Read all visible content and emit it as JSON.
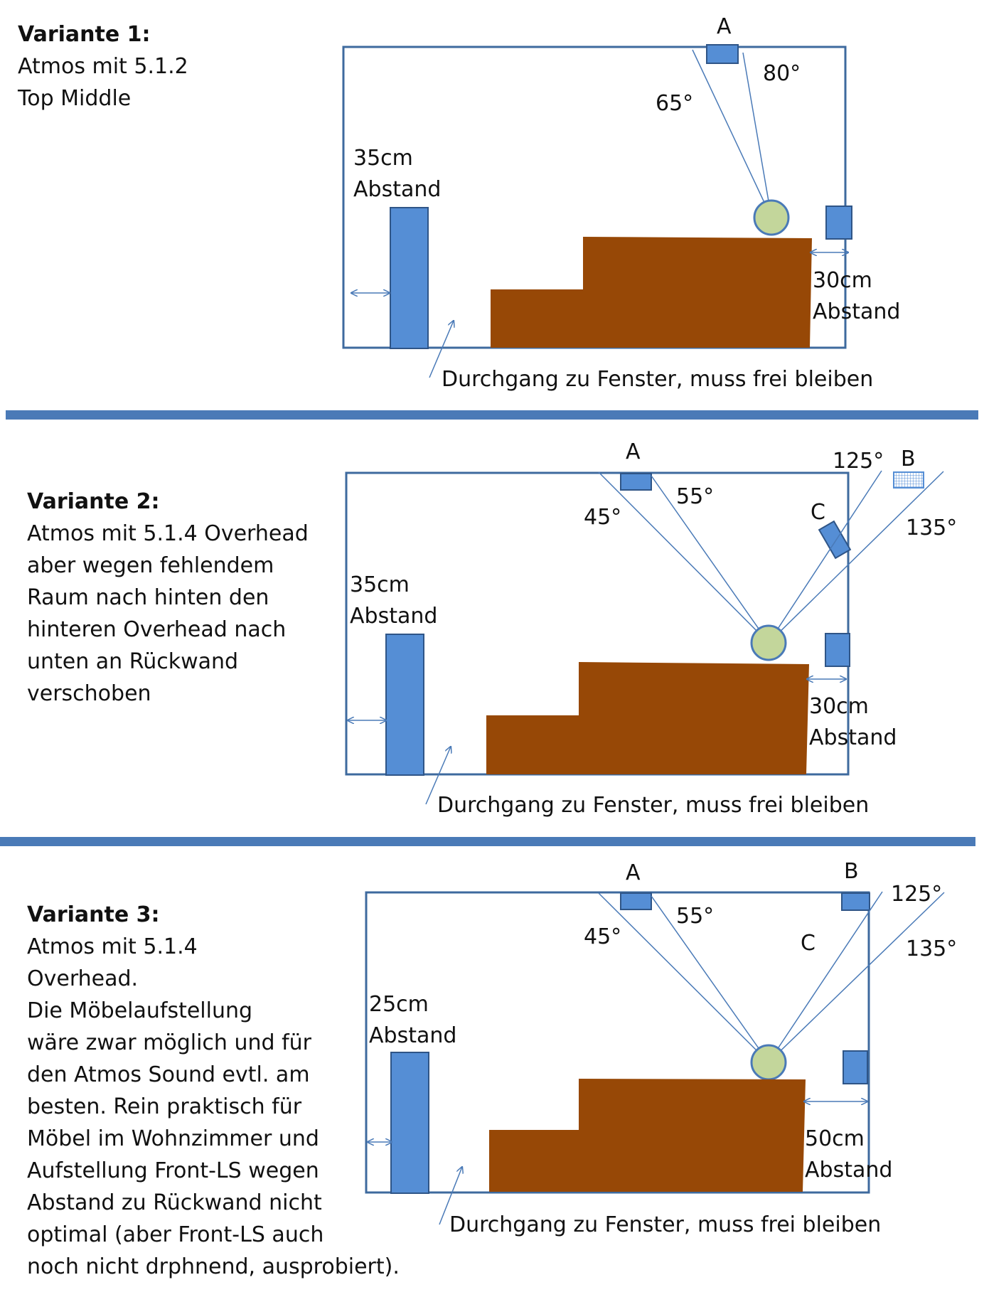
{
  "colors": {
    "room_border": "#3e6a9e",
    "speaker": "#558ed5",
    "speaker_border": "#2f5587",
    "sofa": "#974806",
    "listener": "#c3d69b",
    "listener_border": "#4a7ab7",
    "line": "#4a7ab7",
    "separator": "#4a7ab7",
    "text": "#111111"
  },
  "variants": [
    {
      "title": "Variante 1:",
      "lines": [
        "Atmos mit 5.1.2",
        "Top Middle"
      ],
      "speaker_labels": [
        "A"
      ],
      "angles": [
        "65°",
        "80°"
      ],
      "left_distance": [
        "35cm",
        "Abstand"
      ],
      "right_distance": [
        "30cm",
        "Abstand"
      ],
      "passage_note": "Durchgang zu Fenster, muss frei bleiben"
    },
    {
      "title": "Variante 2:",
      "lines": [
        "Atmos mit 5.1.4  Overhead",
        "aber wegen fehlendem",
        "Raum nach hinten den",
        "hinteren Overhead nach",
        "unten an Rückwand",
        "verschoben"
      ],
      "speaker_labels": [
        "A",
        "B",
        "C"
      ],
      "angles": [
        "45°",
        "55°",
        "125°",
        "135°"
      ],
      "left_distance": [
        "35cm",
        "Abstand"
      ],
      "right_distance": [
        "30cm",
        "Abstand"
      ],
      "passage_note": "Durchgang zu Fenster, muss frei bleiben"
    },
    {
      "title": "Variante 3:",
      "lines": [
        "Atmos mit 5.1.4",
        "Overhead.",
        "Die Möbelaufstellung",
        "wäre zwar möglich und für",
        "den Atmos Sound evtl. am",
        "besten. Rein praktisch für",
        "Möbel im Wohnzimmer und",
        "Aufstellung Front-LS wegen",
        "Abstand zu Rückwand nicht",
        "optimal (aber Front-LS auch",
        "noch nicht drphnend, ausprobiert)."
      ],
      "speaker_labels": [
        "A",
        "B",
        "C"
      ],
      "angles": [
        "45°",
        "55°",
        "125°",
        "135°"
      ],
      "left_distance": [
        "25cm",
        "Abstand"
      ],
      "right_distance": [
        "50cm",
        "Abstand"
      ],
      "passage_note": "Durchgang zu Fenster, muss frei bleiben"
    }
  ]
}
